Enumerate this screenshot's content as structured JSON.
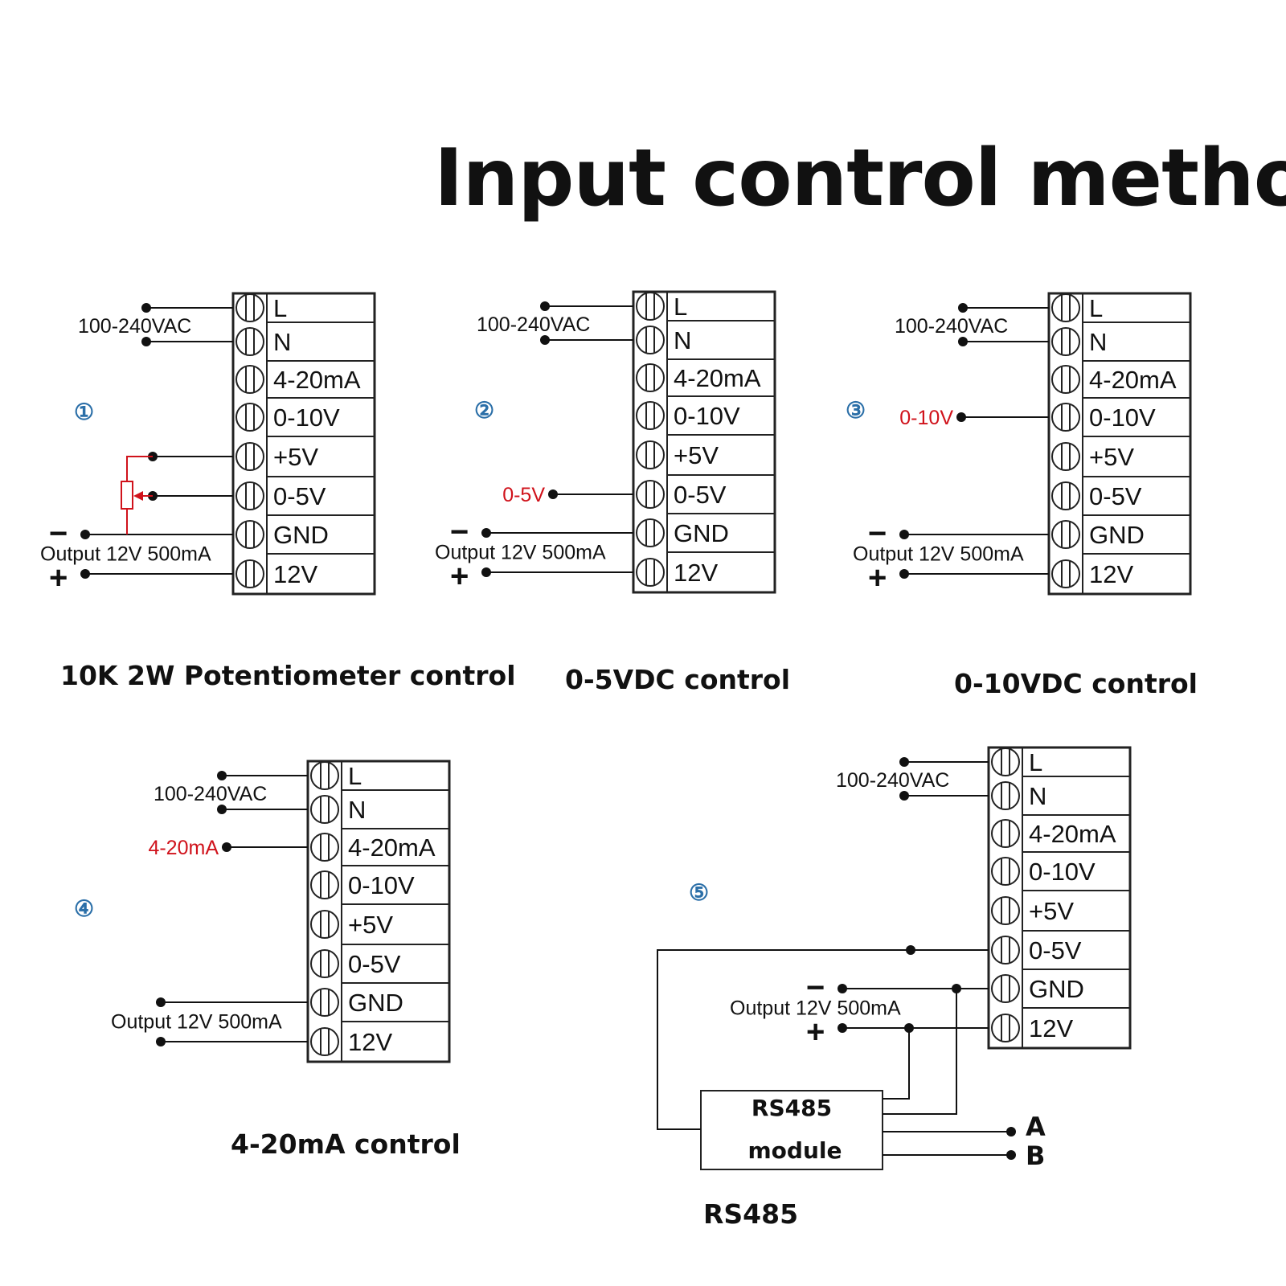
{
  "title": "Input control method",
  "terminal_labels": [
    "L",
    "N",
    "4-20mA",
    "0-10V",
    "+5V",
    "0-5V",
    "GND",
    "12V"
  ],
  "supply_label": "100-240VAC",
  "output_label": "Output 12V 500mA",
  "minus_sign": "−",
  "plus_sign": "+",
  "diagrams": [
    {
      "number": "①",
      "caption": "10K 2W Potentiometer control",
      "input_label": ""
    },
    {
      "number": "②",
      "caption": "0-5VDC control",
      "input_label": "0-5V"
    },
    {
      "number": "③",
      "caption": "0-10VDC control",
      "input_label": "0-10V"
    },
    {
      "number": "④",
      "caption": "4-20mA control",
      "input_label": "4-20mA"
    },
    {
      "number": "⑤",
      "caption": "RS485",
      "input_label": ""
    }
  ],
  "rs485_module": {
    "line1": "RS485",
    "line2": "module",
    "a_label": "A",
    "b_label": "B"
  },
  "colors": {
    "signal_red": "#d0121b",
    "number_blue": "#2b6fa8"
  }
}
